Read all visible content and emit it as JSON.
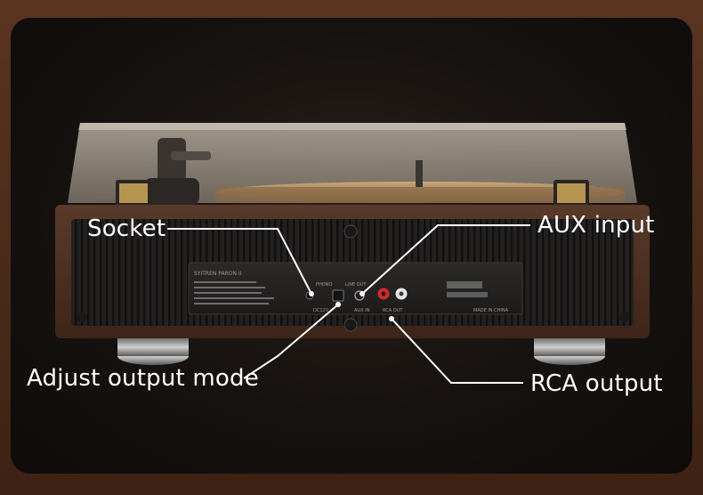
{
  "callouts": {
    "socket": "Socket",
    "aux_input": "AUX input",
    "adjust_output_mode": "Adjust output mode",
    "rca_output": "RCA output"
  },
  "panel_text": {
    "brand": "SYITREN PARON II",
    "phono": "PHONO",
    "line_out": "LINE OUT",
    "aux_in": "AUX IN",
    "rca_out": "RCA OUT",
    "dc": "DC12V",
    "made_in": "MADE IN CHINA"
  },
  "colors": {
    "background": "#4a2a18",
    "panel": "#161210",
    "wood": "#4b2f22",
    "callout_text": "#ffffff",
    "leader_line": "#ffffff"
  }
}
